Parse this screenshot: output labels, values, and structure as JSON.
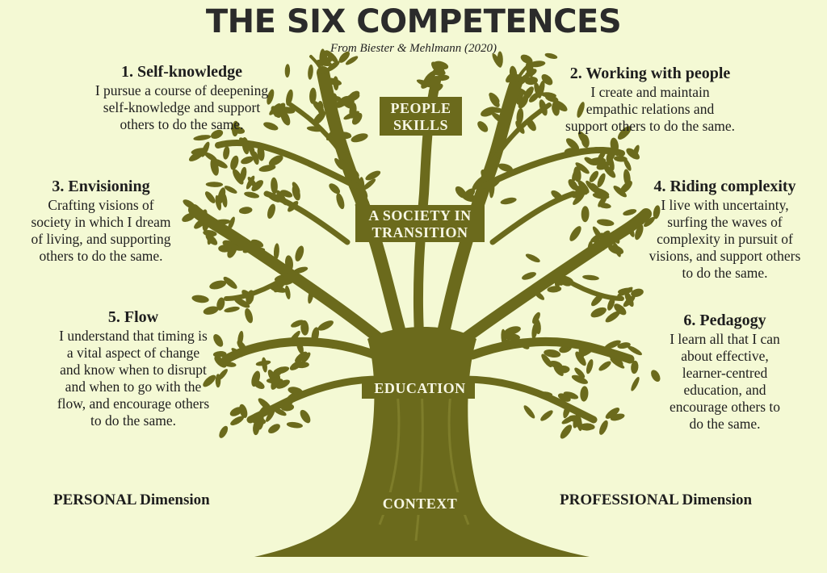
{
  "title": "THE SIX COMPETENCES",
  "subtitle": "From Biester & Mehlmann (2020)",
  "competences": [
    {
      "heading": "1. Self-knowledge",
      "text": "I pursue a course of deepening\nself-knowledge and support\nothers to do the same."
    },
    {
      "heading": "2. Working with people",
      "text": "I create and maintain\nempathic relations and\nsupport others to do the same."
    },
    {
      "heading": "3. Envisioning",
      "text": "Crafting visions of\nsociety in which I dream\nof living, and supporting\nothers to do the same."
    },
    {
      "heading": "4. Riding complexity",
      "text": "I live with uncertainty,\nsurfing the waves of\ncomplexity in pursuit of\nvisions, and support others\nto do the same."
    },
    {
      "heading": "5. Flow",
      "text": "I understand that timing is\na vital aspect of change\nand know when to disrupt\nand when to go with the\nflow, and encourage others\nto do the same."
    },
    {
      "heading": "6. Pedagogy",
      "text": "I learn all that I can\nabout effective,\nlearner-centred\neducation, and\nencourage others to\ndo the same."
    }
  ],
  "dimensions": {
    "personal": "PERSONAL Dimension",
    "professional": "PROFESSIONAL Dimension"
  },
  "tree_labels": {
    "people_skills": "PEOPLE\nSKILLS",
    "society": "A SOCIETY IN\nTRANSITION",
    "education": "EDUCATION",
    "context": "CONTEXT"
  },
  "colors": {
    "background": "#f4f9d4",
    "tree": "#6b6a1c",
    "label_text": "#f7f7e4"
  }
}
